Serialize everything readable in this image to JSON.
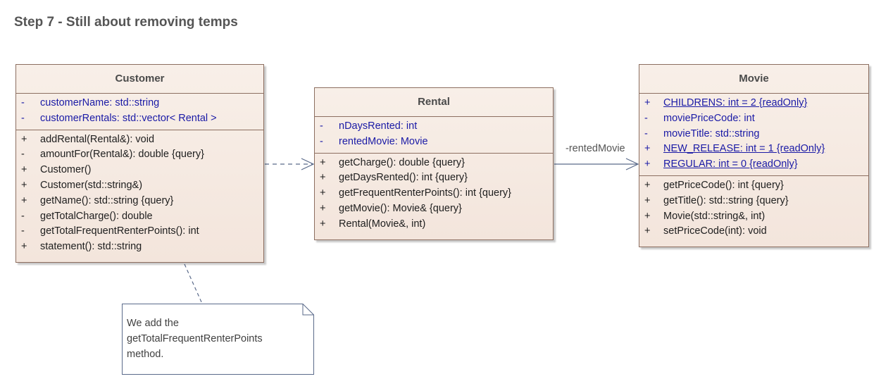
{
  "title": "Step 7 - Still about removing temps",
  "classes": {
    "customer": {
      "name": "Customer",
      "attributes": [
        {
          "vis": "-",
          "text": "customerName: std::string"
        },
        {
          "vis": "-",
          "text": "customerRentals: std::vector< Rental >"
        }
      ],
      "operations": [
        {
          "vis": "+",
          "text": "addRental(Rental&): void"
        },
        {
          "vis": "-",
          "text": "amountFor(Rental&): double {query}"
        },
        {
          "vis": "+",
          "text": "Customer()"
        },
        {
          "vis": "+",
          "text": "Customer(std::string&)"
        },
        {
          "vis": "+",
          "text": "getName(): std::string {query}"
        },
        {
          "vis": "-",
          "text": "getTotalCharge(): double"
        },
        {
          "vis": "-",
          "text": "getTotalFrequentRenterPoints(): int"
        },
        {
          "vis": "+",
          "text": "statement(): std::string"
        }
      ]
    },
    "rental": {
      "name": "Rental",
      "attributes": [
        {
          "vis": "-",
          "text": "nDaysRented: int"
        },
        {
          "vis": "-",
          "text": "rentedMovie: Movie"
        }
      ],
      "operations": [
        {
          "vis": "+",
          "text": "getCharge(): double {query}"
        },
        {
          "vis": "+",
          "text": "getDaysRented(): int {query}"
        },
        {
          "vis": "+",
          "text": "getFrequentRenterPoints(): int {query}"
        },
        {
          "vis": "+",
          "text": "getMovie(): Movie& {query}"
        },
        {
          "vis": "+",
          "text": "Rental(Movie&, int)"
        }
      ]
    },
    "movie": {
      "name": "Movie",
      "attributes": [
        {
          "vis": "+",
          "text": "CHILDRENS: int = 2 {readOnly}",
          "static": true
        },
        {
          "vis": "-",
          "text": "moviePriceCode: int"
        },
        {
          "vis": "-",
          "text": "movieTitle: std::string"
        },
        {
          "vis": "+",
          "text": "NEW_RELEASE: int = 1 {readOnly}",
          "static": true
        },
        {
          "vis": "+",
          "text": "REGULAR: int = 0 {readOnly}",
          "static": true
        }
      ],
      "operations": [
        {
          "vis": "+",
          "text": "getPriceCode(): int {query}"
        },
        {
          "vis": "+",
          "text": "getTitle(): std::string {query}"
        },
        {
          "vis": "+",
          "text": "Movie(std::string&, int)"
        },
        {
          "vis": "+",
          "text": "setPriceCode(int): void"
        }
      ]
    }
  },
  "association_label": "-rentedMovie",
  "note": {
    "text": "We add the\ngetTotalFrequentRenterPoints\nmethod."
  },
  "colors": {
    "box_border": "#8c6e60",
    "box_fill": "#f5e9e1",
    "attribute_text": "#1a1aa6",
    "connector": "#5a6a8a"
  }
}
